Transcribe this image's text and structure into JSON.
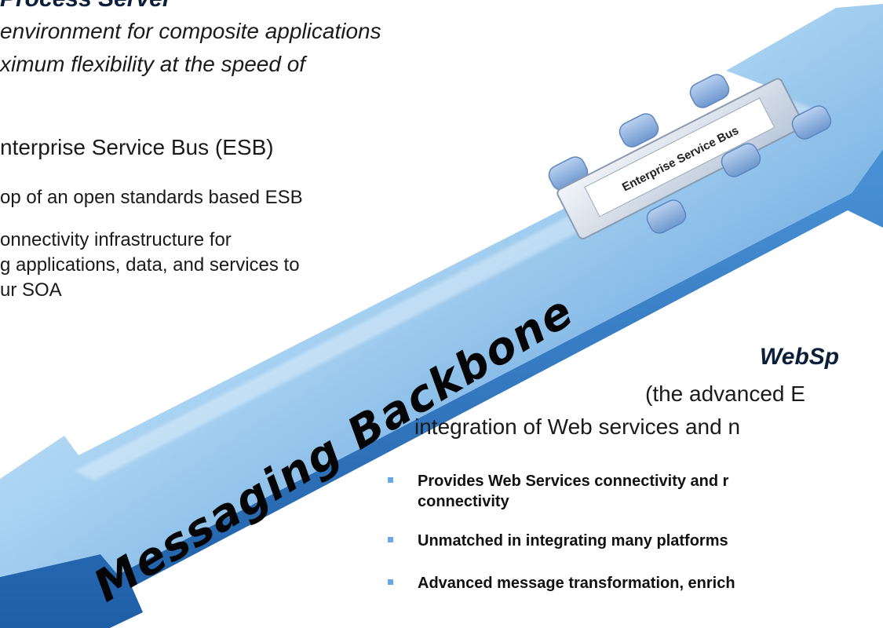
{
  "left_text": {
    "title": "Process Server",
    "subtitle_lines": [
      "environment for composite applications",
      "ximum flexibility at the speed of"
    ],
    "section_title": "nterprise Service Bus (ESB)",
    "points": [
      "op of an open standards based ESB",
      "onnectivity infrastructure for",
      "g applications, data, and services to",
      "ur SOA"
    ]
  },
  "arrow": {
    "label": "Messaging Backbone",
    "bus_label": "Enterprise Service Bus",
    "colors": {
      "arrow_light": "#bfe0f7",
      "arrow_mid": "#5aa4df",
      "arrow_dark": "#1e5fa8",
      "connector": "#8fb3e0"
    }
  },
  "right_text": {
    "title": "WebSp",
    "subtitle_lines": [
      "(the advanced E",
      "integration of Web services and n"
    ],
    "bullets": [
      [
        "Provides Web Services connectivity and r",
        "connectivity"
      ],
      [
        "Unmatched in integrating many platforms"
      ],
      [
        "Advanced message transformation, enrich"
      ]
    ],
    "bullet_color": "#6aa6ea"
  }
}
